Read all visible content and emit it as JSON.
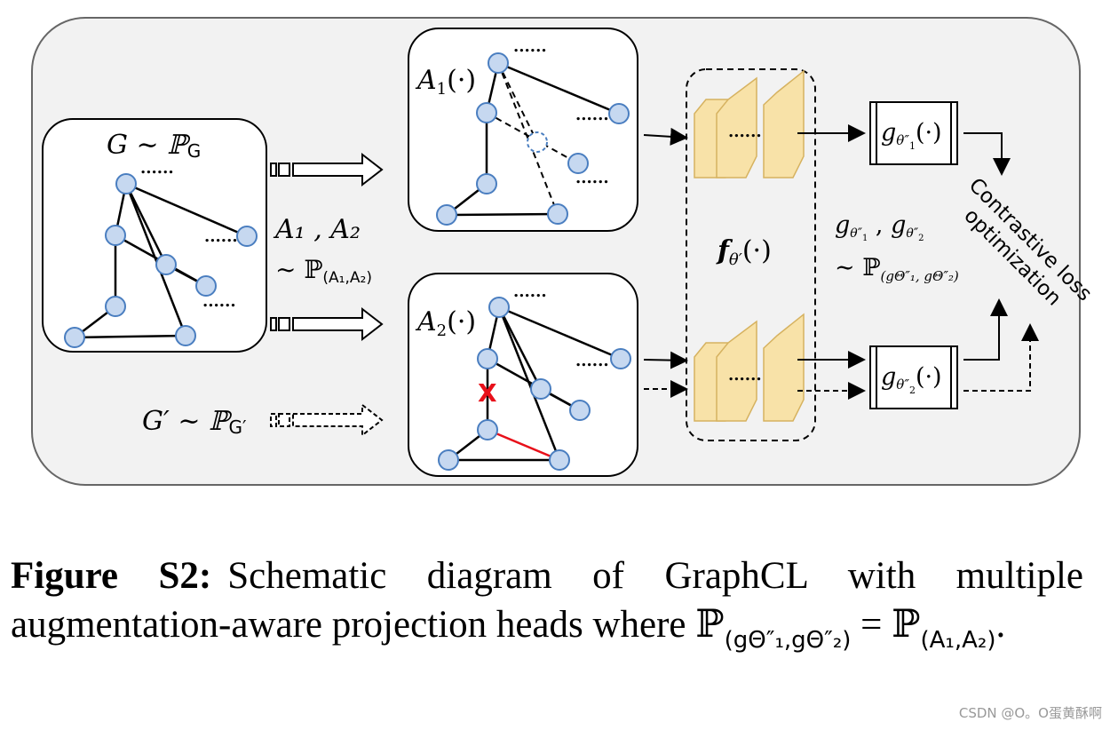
{
  "diagram": {
    "input_graph_label": "G ∼ ℙ",
    "input_graph_sub": "G",
    "aug_label_1": "A",
    "aug_label_1_sub": "1",
    "aug_label_2": "A",
    "aug_label_2_sub": "2",
    "aug_func_suffix": "(·)",
    "aug_pair_text": "A₁ , A₂",
    "aug_dist_text": "∼ ℙ",
    "aug_dist_sub": "(A₁,A₂)",
    "prime_graph_label": "G′ ∼ ℙ",
    "prime_graph_sub": "G′",
    "encoder_label": "f",
    "encoder_sub": "θ′",
    "encoder_suffix": "(·)",
    "head_1": "g",
    "head_1_sub": "θ″",
    "head_1_subsub": "1",
    "head_2": "g",
    "head_2_sub": "θ″",
    "head_2_subsub": "2",
    "head_suffix": "(·)",
    "heads_pair_text": "g",
    "heads_dist_text": "∼ ℙ",
    "heads_dist_sub": "(gΘ″₁, gΘ″₂)",
    "ellipsis": "......",
    "contrastive_line1": "Contrastive loss",
    "contrastive_line2": "optimization",
    "drop_mark": "X"
  },
  "caption": {
    "label": "Figure S2:",
    "text": "Schematic diagram of GraphCL with multiple augmentation-aware projection heads where ",
    "formula_left": "ℙ",
    "formula_left_sub": "(gΘ″₁,gΘ″₂)",
    "equals": " = ",
    "formula_right": "ℙ",
    "formula_right_sub": "(A₁,A₂)",
    "end": "."
  },
  "watermark": "CSDN @O。O蛋黄酥啊",
  "colors": {
    "node_fill": "#c6d8f0",
    "node_stroke": "#4a7ec0",
    "panel_bg": "#f2f2f2",
    "block_fill": "#f8e2a8",
    "block_stroke": "#d6b260",
    "red": "#e8101a"
  }
}
